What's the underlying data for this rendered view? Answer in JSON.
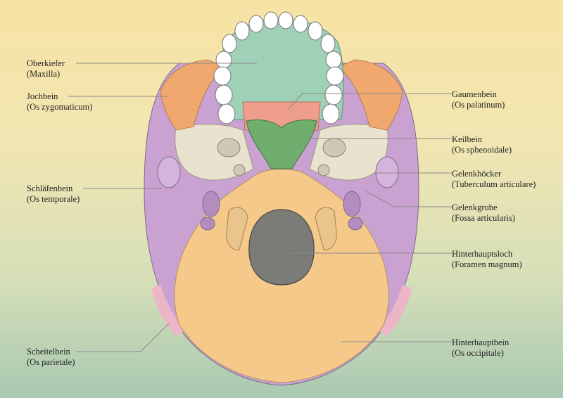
{
  "colors": {
    "bg_top": "#f7e3a4",
    "bg_bottom": "#a9c9b1",
    "maxilla": "#9fd0b8",
    "palatine": "#ee9e8a",
    "sphenoid_green": "#6fae6c",
    "zygomatic": "#f0a86f",
    "temporal": "#c9a2d2",
    "occipital": "#f5c98a",
    "parietal": "#ecb6c6",
    "bone_grey": "#e8e2cf",
    "foramen": "#7b7b78",
    "leader": "#8a8a8a"
  },
  "labels": {
    "maxilla": {
      "name": "Oberkiefer",
      "latin": "(Maxilla)"
    },
    "zygomatic": {
      "name": "Jochbein",
      "latin": "(Os zygomaticum)"
    },
    "temporal": {
      "name": "Schläfenbein",
      "latin": "(Os temporale)"
    },
    "parietal": {
      "name": "Scheitelbein",
      "latin": "(Os parietale)"
    },
    "palatine": {
      "name": "Gaumenbein",
      "latin": "(Os palatinum)"
    },
    "sphenoid": {
      "name": "Keilbein",
      "latin": "(Os sphenoidale)"
    },
    "tubercle": {
      "name": "Gelenkhöcker",
      "latin": "(Tuberculum articulare)"
    },
    "fossa": {
      "name": "Gelenkgrube",
      "latin": "(Fossa articularis)"
    },
    "foramen": {
      "name": "Hinterhauptsloch",
      "latin": "(Foramen magnum)"
    },
    "occipital": {
      "name": "Hinterhauptbein",
      "latin": "(Os occipitale)"
    }
  }
}
